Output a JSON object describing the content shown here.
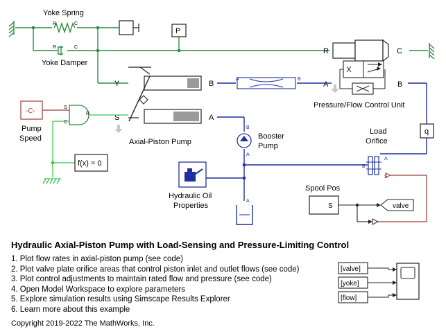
{
  "blocks": {
    "yoke_spring": "Yoke Spring",
    "yoke_damper": "Yoke Damper",
    "pressure_sensor": "P",
    "axial_piston_pump": "Axial-Piston Pump",
    "pressure_flow_unit": "Pressure/Flow Control Unit",
    "booster_pump": [
      "Booster",
      "Pump"
    ],
    "load_orifice": [
      "Load",
      "Orifice"
    ],
    "flow_sensor": "q",
    "hydraulic_oil_properties": [
      "Hydraulic Oil",
      "Properties"
    ],
    "pump_speed": [
      "Pump",
      "Speed"
    ],
    "pump_speed_constant": "-C-",
    "solver_config": "f(x) = 0",
    "spool_pos": "Spool Pos",
    "spool_pos_source": "S",
    "valve_goto": "valve"
  },
  "ports": {
    "spring_r": "R",
    "spring_c": "C",
    "damper_r": "R",
    "damper_c": "C",
    "pfu_r": "R",
    "pfu_c": "C",
    "pfu_a": "A",
    "pfu_b": "B",
    "pump_y": "Y",
    "pump_s": "S",
    "pump_a": "A",
    "pump_b": "B",
    "pipe_a": "A",
    "pipe_b": "B",
    "ideal_s": "S",
    "ideal_r": "R",
    "ideal_c": "C",
    "booster_b": "B",
    "booster_a": "A",
    "reservoir_a": "A",
    "orifice_a": "A",
    "orifice_b": "B",
    "orifice_s": "S"
  },
  "scope_inputs": [
    "[valve]",
    "[yoke]",
    "[flow]"
  ],
  "footer": {
    "title": "Hydraulic Axial-Piston Pump with Load-Sensing and Pressure-Limiting Control",
    "links": [
      "1. Plot flow rates in axial-piston pump (see code)",
      "2. Plot valve plate orifice areas that control piston inlet and outlet flows (see code)",
      "3. Plot control adjustments to maintain rated flow and pressure (see code)",
      "4. Open Model Workspace to explore parameters",
      "5. Explore simulation results using Simscape Results Explorer",
      "6. Learn more about this example"
    ],
    "copyright": "Copyright 2019-2022 The MathWorks, Inc."
  },
  "colors": {
    "mechanical": "#2e8b3e",
    "hydraulic": "#1f2f9e",
    "physical_signal": "#9b3a3a",
    "signal_green": "#35c84a",
    "block_stroke": "#222222"
  }
}
